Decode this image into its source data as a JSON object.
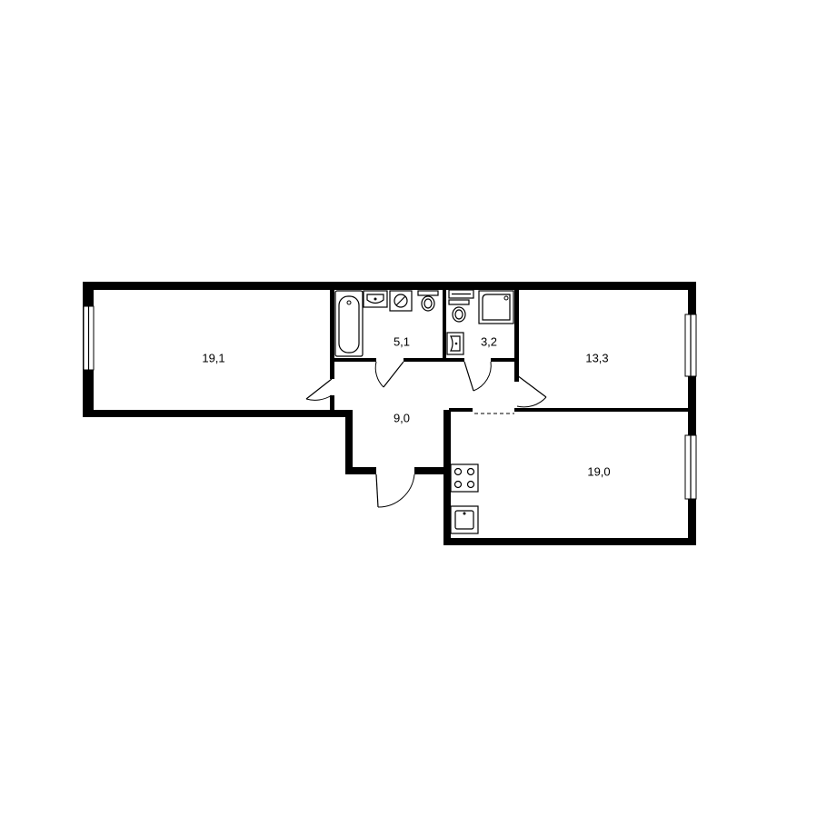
{
  "rooms": [
    {
      "id": "room-bedroom-left",
      "area": "19,1"
    },
    {
      "id": "room-bathroom",
      "area": "5,1"
    },
    {
      "id": "room-toilet",
      "area": "3,2"
    },
    {
      "id": "room-bedroom-right",
      "area": "13,3"
    },
    {
      "id": "room-hall",
      "area": "9,0"
    },
    {
      "id": "room-kitchen-living",
      "area": "19,0"
    }
  ],
  "fixtures": [
    "bathtub-icon",
    "washbasin-icon",
    "washing-machine-icon",
    "toilet-icon",
    "shower-icon",
    "stove-icon",
    "kitchen-sink-icon"
  ],
  "colors": {
    "walls": "#000000",
    "background": "#ffffff"
  }
}
